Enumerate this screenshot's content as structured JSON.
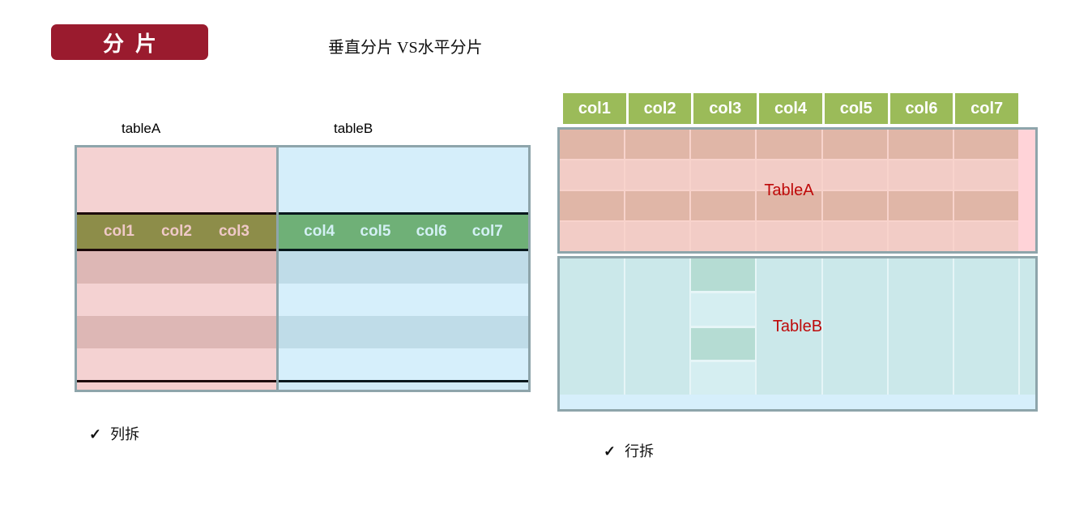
{
  "badge": {
    "label": "分片"
  },
  "title": "垂直分片 VS水平分片",
  "vertical_sharding": {
    "table_a_label": "tableA",
    "table_b_label": "tableB",
    "table_a_columns": [
      "col1",
      "col2",
      "col3"
    ],
    "table_b_columns": [
      "col4",
      "col5",
      "col6",
      "col7"
    ],
    "check": "✓",
    "caption": "列拆"
  },
  "horizontal_sharding": {
    "header_columns": [
      "col1",
      "col2",
      "col3",
      "col4",
      "col5",
      "col6",
      "col7"
    ],
    "table_a_label": "TableA",
    "table_a_row_count": 4,
    "table_b_label": "TableB",
    "highlight_column_index": 3,
    "highlight_row_count": 4,
    "check": "✓",
    "caption": "行拆"
  },
  "colors": {
    "badge_bg": "#9A1B2E",
    "box_border": "#8EA5AB",
    "green_header": "#9BBB59",
    "olive_header": "#8D8D49",
    "left_green_header": "#6FB077",
    "pink_dark": "#DDB7B5",
    "pink_light": "#F4D2D2",
    "blue_dark": "#BFDCE8",
    "blue_light": "#D5EEFA",
    "table_a_cell_dark": "#E0B6A7",
    "table_a_cell_light": "#F2CCC6",
    "table_b_bg": "#CBE8EA",
    "table_b_cell_dark": "#B5DCD3",
    "table_label_red": "#BE0909"
  }
}
